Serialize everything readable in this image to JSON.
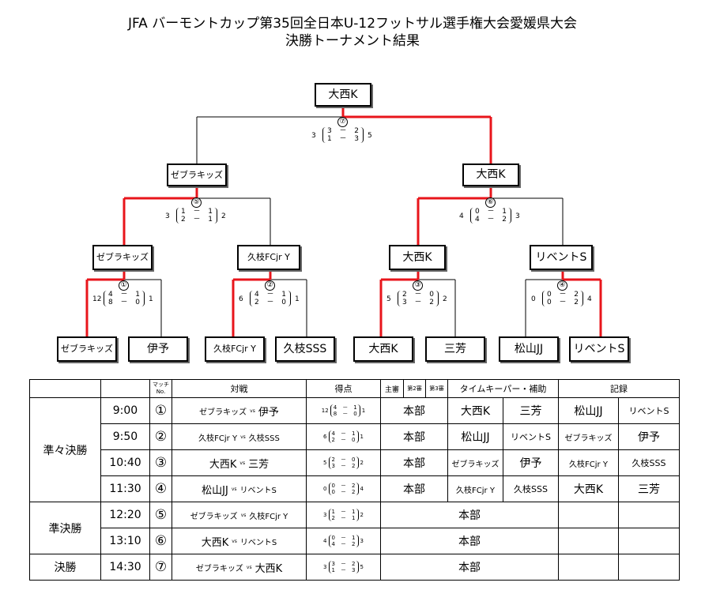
{
  "title": {
    "line1": "JFA バーモントカップ第35回全日本U-12フットサル選手権大会愛媛県大会",
    "line2": "決勝トーナメント結果"
  },
  "colors": {
    "win": "#e8151b",
    "line": "#000000"
  },
  "bracket": {
    "champion": "大西K",
    "semi": [
      "ゼブラキッズ",
      "大西K"
    ],
    "qf": [
      "ゼブラキッズ",
      "久枝FCjr Y",
      "大西K",
      "リベントS"
    ],
    "r1": [
      "ゼブラキッズ",
      "伊予",
      "久枝FCjr Y",
      "久枝SSS",
      "大西K",
      "三芳",
      "松山JJ",
      "リベントS"
    ]
  },
  "matches": [
    {
      "no": "①",
      "stage": "準々決勝",
      "time": "9:00",
      "left_team": "ゼブラキッズ",
      "right_team": "伊予",
      "left_total": "12",
      "right_total": "1",
      "half1": [
        "4",
        "1"
      ],
      "half2": [
        "8",
        "0"
      ],
      "sep": "－",
      "referee": "本部",
      "tk1": "大西K",
      "tk2": "三芳",
      "rec1": "松山JJ",
      "rec2": "リベントS"
    },
    {
      "no": "②",
      "stage": "準々決勝",
      "time": "9:50",
      "left_team": "久枝FCjr Y",
      "right_team": "久枝SSS",
      "left_total": "6",
      "right_total": "1",
      "half1": [
        "4",
        "1"
      ],
      "half2": [
        "2",
        "0"
      ],
      "sep": "－",
      "referee": "本部",
      "tk1": "松山JJ",
      "tk2": "リベントS",
      "rec1": "ゼブラキッズ",
      "rec2": "伊予"
    },
    {
      "no": "③",
      "stage": "準々決勝",
      "time": "10:40",
      "left_team": "大西K",
      "right_team": "三芳",
      "left_total": "5",
      "right_total": "2",
      "half1": [
        "2",
        "0"
      ],
      "half2": [
        "3",
        "2"
      ],
      "sep": "－",
      "referee": "本部",
      "tk1": "ゼブラキッズ",
      "tk2": "伊予",
      "rec1": "久枝FCjr Y",
      "rec2": "久枝SSS"
    },
    {
      "no": "④",
      "stage": "準々決勝",
      "time": "11:30",
      "left_team": "松山JJ",
      "right_team": "リベントS",
      "left_total": "0",
      "right_total": "4",
      "half1": [
        "0",
        "2"
      ],
      "half2": [
        "0",
        "2"
      ],
      "sep": "－",
      "referee": "本部",
      "tk1": "久枝FCjr Y",
      "tk2": "久枝SSS",
      "rec1": "大西K",
      "rec2": "三芳"
    },
    {
      "no": "⑤",
      "stage": "準決勝",
      "time": "12:20",
      "left_team": "ゼブラキッズ",
      "right_team": "久枝FCjr Y",
      "left_total": "3",
      "right_total": "2",
      "half1": [
        "1",
        "1"
      ],
      "half2": [
        "2",
        "1"
      ],
      "sep": "－",
      "referee": "本部"
    },
    {
      "no": "⑥",
      "stage": "準決勝",
      "time": "13:10",
      "left_team": "大西K",
      "right_team": "リベントS",
      "left_total": "4",
      "right_total": "3",
      "half1": [
        "0",
        "1"
      ],
      "half2": [
        "4",
        "2"
      ],
      "sep": "－",
      "referee": "本部"
    },
    {
      "no": "⑦",
      "stage": "決勝",
      "time": "14:30",
      "left_team": "ゼブラキッズ",
      "right_team": "大西K",
      "left_total": "3",
      "right_total": "5",
      "half1": [
        "3",
        "2"
      ],
      "half2": [
        "1",
        "3"
      ],
      "sep": "－",
      "referee": "本部"
    }
  ],
  "table": {
    "headers": {
      "match_no": "マッチNo.",
      "match": "対戦",
      "score": "得点",
      "ref1": "主審",
      "ref2": "第2審",
      "ref3": "第3審",
      "timekeeper": "タイムキーパー・補助",
      "record": "記録"
    },
    "vs": "vs",
    "stages": [
      "準々決勝",
      "準決勝",
      "決勝"
    ]
  }
}
